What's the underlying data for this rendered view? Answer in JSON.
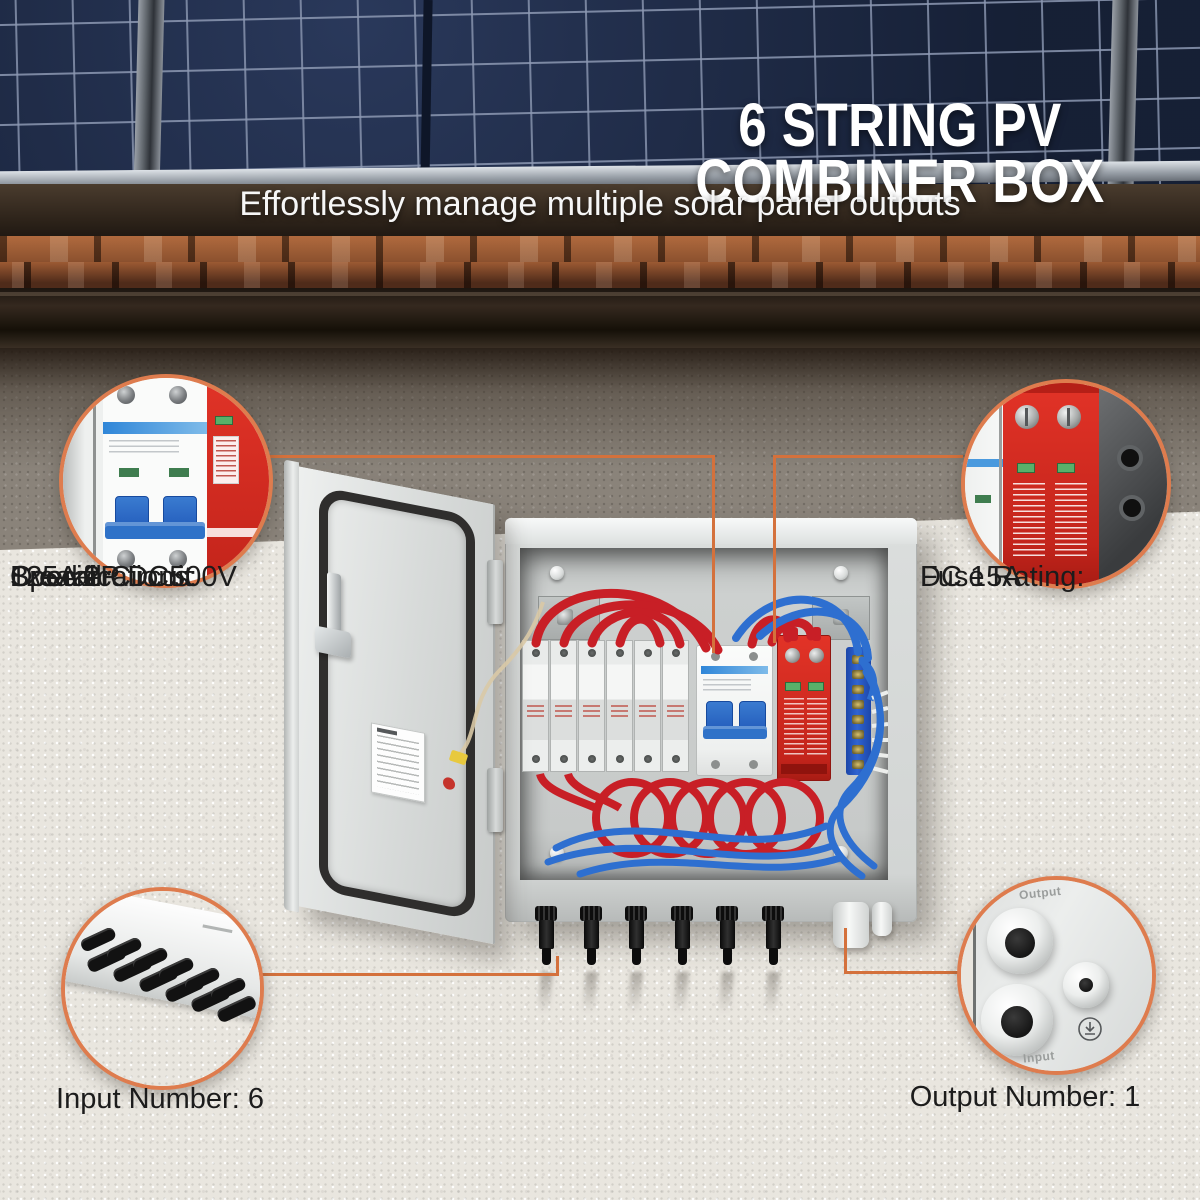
{
  "header": {
    "title": "6 STRING PV COMBINER BOX",
    "subtitle": "Effortlessly manage multiple solar panel outputs"
  },
  "callouts": {
    "breaker_spec": {
      "lines": [
        "Overall Circuit",
        "Breaker",
        "Specifications:",
        "125A 2P DC500V"
      ]
    },
    "fuse_rating": {
      "lines": [
        "Fuse Rating:",
        "DC 15A"
      ]
    },
    "input_count": {
      "label": "Input Number: 6"
    },
    "output_count": {
      "label": "Output Number: 1"
    }
  },
  "photo_details": {
    "gland_top_label": "Output",
    "gland_bottom_label": "Input"
  },
  "colors": {
    "callout_line_orange": "#d4713c",
    "circle_border_orange": "#de7c4e",
    "solar_panel_navy": "#1d2a47",
    "roof_tile_terracotta": "#9a5a33",
    "wall_light_stucco": "#e9e6df",
    "wall_dark_stucco": "#8a837a",
    "enclosure_gray": "#d7dad9",
    "wire_red": "#c81f26",
    "wire_blue": "#2e6fd0",
    "spd_red": "#d92b22",
    "breaker_blue": "#2f72c8",
    "title_text": "#ffffff",
    "label_text": "#1c1c1c"
  }
}
